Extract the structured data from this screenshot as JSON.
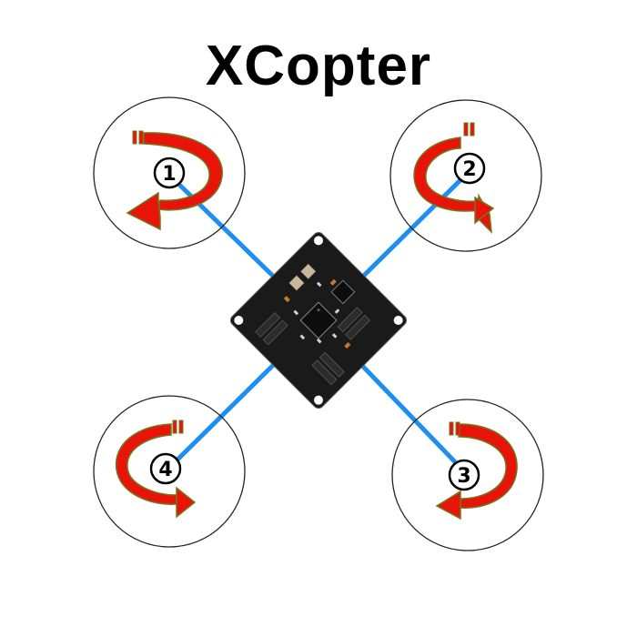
{
  "title": "XCopter",
  "colors": {
    "arm": "#1e8ff0",
    "arrow_fill": "#e8140a",
    "arrow_outline": "#6e7a1e",
    "circle_stroke": "#222222",
    "board": "#1a1a1a",
    "background": "#ffffff"
  },
  "motors": [
    {
      "label": "1",
      "position": "top-left",
      "rotation": "clockwise"
    },
    {
      "label": "2",
      "position": "top-right",
      "rotation": "counter-clockwise"
    },
    {
      "label": "3",
      "position": "bottom-right",
      "rotation": "clockwise"
    },
    {
      "label": "4",
      "position": "bottom-left",
      "rotation": "counter-clockwise"
    }
  ],
  "icons": {
    "flight_controller": "flight-controller-board-icon",
    "rotation_arrow": "rotation-arrow-icon"
  }
}
